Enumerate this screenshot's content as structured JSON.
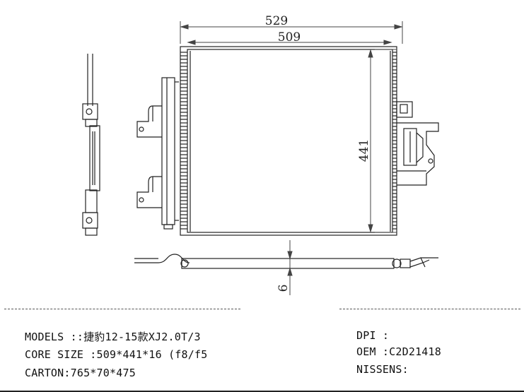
{
  "dimensions": {
    "overall_width": "529",
    "core_width": "509",
    "core_height": "441",
    "thickness": "6"
  },
  "spec": {
    "models": "MODELS ::捷豹12-15款XJ2.0T/3",
    "core_size": "CORE SIZE :509*441*16 (f8/f5",
    "carton": "CARTON:765*70*475",
    "dpi": "DPI :",
    "oem": "OEM :C2D21418",
    "nissens": "NISSENS:"
  }
}
